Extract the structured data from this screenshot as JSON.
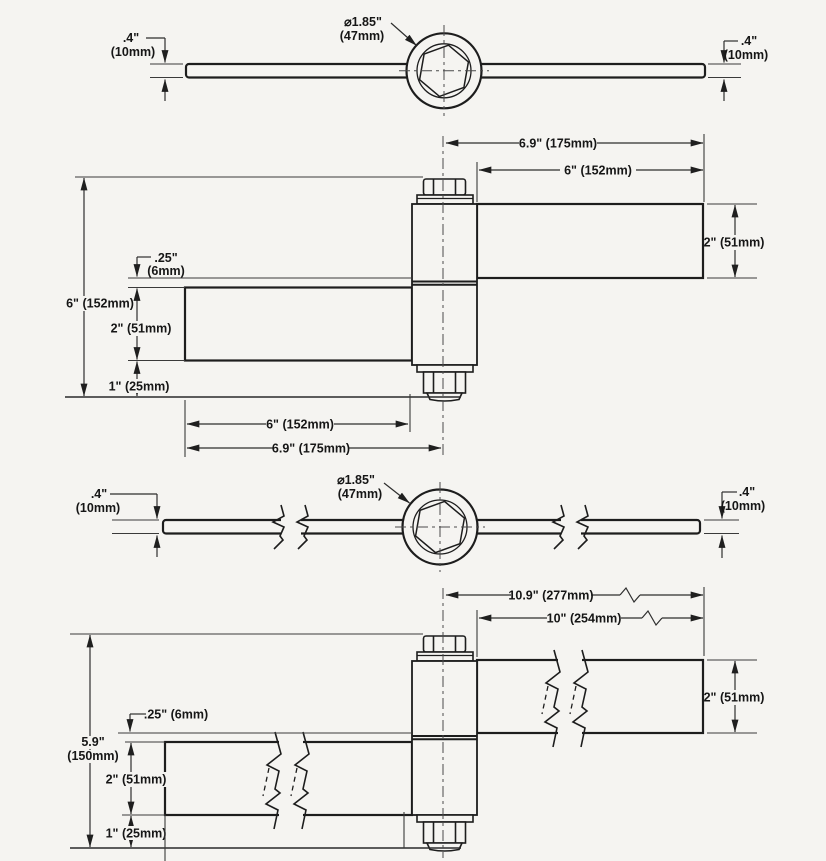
{
  "page": {
    "background": "#f5f4f1",
    "line_color": "#1d1d1d",
    "text_color": "#161616"
  },
  "views": {
    "top_view_short": {
      "left_thickness": {
        "in": ".4\"",
        "mm": "(10mm)"
      },
      "diameter": {
        "in": "⌀1.85\"",
        "mm": "(47mm)"
      },
      "right_thickness": {
        "in": ".4\"",
        "mm": "(10mm)"
      }
    },
    "front_view_short": {
      "top_to_center": "6.9\" (175mm)",
      "top_leaf_length": "6\" (152mm)",
      "upper_leaf_height": "2\" (51mm)",
      "leaf_gap": {
        "in": ".25\"",
        "mm": "(6mm)"
      },
      "overall_height": "6\" (152mm)",
      "lower_leaf_height": "2\" (51mm)",
      "bottom_offset": "1\" (25mm)",
      "bottom_leaf_length": "6\" (152mm)",
      "bottom_to_center": "6.9\" (175mm)"
    },
    "top_view_long": {
      "left_thickness": {
        "in": ".4\"",
        "mm": "(10mm)"
      },
      "diameter": {
        "in": "⌀1.85\"",
        "mm": "(47mm)"
      },
      "right_thickness": {
        "in": ".4\"",
        "mm": "(10mm)"
      }
    },
    "front_view_long": {
      "top_to_center": "10.9\" (277mm)",
      "top_leaf_length": "10\" (254mm)",
      "upper_leaf_height": "2\" (51mm)",
      "leaf_gap": ".25\" (6mm)",
      "overall_height": {
        "in": "5.9\"",
        "mm": "(150mm)"
      },
      "lower_leaf_height": "2\" (51mm)",
      "bottom_offset": "1\" (25mm)"
    }
  }
}
